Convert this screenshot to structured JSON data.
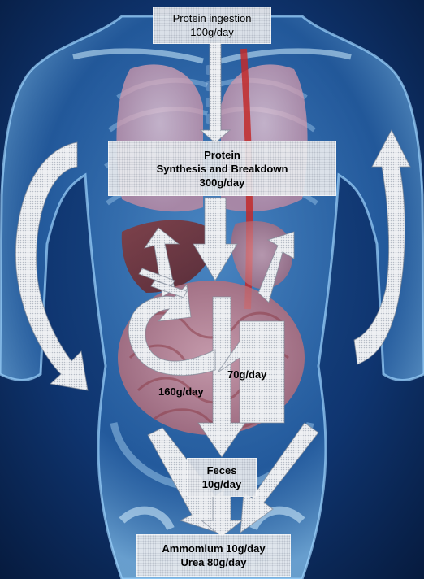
{
  "boxes": {
    "ingestion": {
      "line1": "Protein ingestion",
      "line2": "100g/day"
    },
    "synthesis": {
      "line1": "Protein",
      "line2": "Synthesis and Breakdown",
      "line3": "300g/day"
    },
    "feces": {
      "line1": "Feces",
      "line2": "10g/day"
    },
    "excretion": {
      "line1": "Ammomium 10g/day",
      "line2": "Urea 80g/day"
    }
  },
  "flow_labels": {
    "left": "160g/day",
    "right": "70g/day"
  },
  "colors": {
    "background": "#0a2a5a",
    "body_glow": "#5aa8e8",
    "arrow_fill": "#e3e6ea",
    "arrow_stroke": "#7f8896"
  }
}
